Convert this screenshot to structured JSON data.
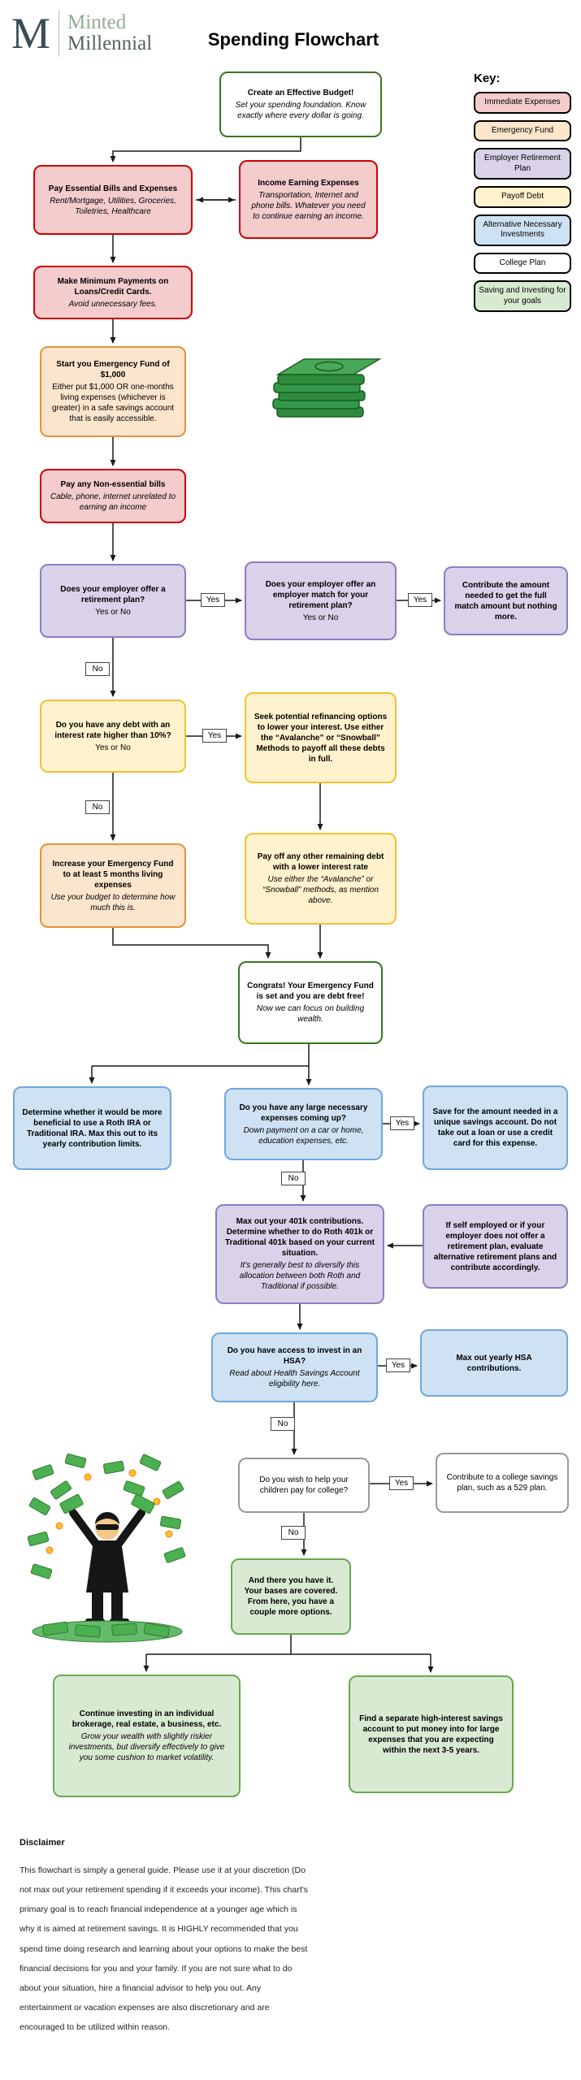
{
  "header": {
    "logo_letter": "M",
    "brand_top": "Minted",
    "brand_bottom": "Millennial",
    "title": "Spending Flowchart"
  },
  "key": {
    "heading": "Key:",
    "items": [
      {
        "label": "Immediate Expenses"
      },
      {
        "label": "Emergency Fund"
      },
      {
        "label": "Employer Retirement Plan"
      },
      {
        "label": "Payoff Debt"
      },
      {
        "label": "Alternative Necessary Investments"
      },
      {
        "label": "College Plan"
      },
      {
        "label": "Saving and Investing for your goals"
      }
    ]
  },
  "labels": {
    "yes": "Yes",
    "no": "No"
  },
  "nodes": {
    "budget": {
      "title": "Create an Effective Budget!",
      "note": "Set your spending foundation. Know exactly where every dollar is going."
    },
    "essential": {
      "title": "Pay Essential Bills and Expenses",
      "note": "Rent/Mortgage, Utilities, Groceries, Toiletries, Healthcare"
    },
    "income": {
      "title": "Income Earning Expenses",
      "note": "Transportation, Internet and phone bills. Whatever you need to continue earning an income."
    },
    "minimum": {
      "title": "Make Minimum Payments on Loans/Credit Cards.",
      "note": "Avoid unnecessary fees."
    },
    "efund1000": {
      "title": "Start you Emergency Fund of $1,000",
      "plain": "Either put $1,000 OR one-months living expenses (whichever is greater) in a safe savings account that is easily accessible."
    },
    "nonessential": {
      "title": "Pay any Non-essential bills",
      "note": "Cable, phone, internet unrelated to earning an income"
    },
    "retirementQ": {
      "title": "Does your employer offer a retirement plan?",
      "plain": "Yes or No"
    },
    "matchQ": {
      "title": "Does your employer offer an employer match for your retirement plan?",
      "plain": "Yes or No"
    },
    "contributeMatch": {
      "title": "Contribute the amount needed to get the full match amount but nothing more."
    },
    "debtQ": {
      "title": "Do you have any debt with an interest rate higher than 10%?",
      "plain": "Yes or No"
    },
    "refinance": {
      "title": "Seek potential refinancing options to lower your interest. Use either the “Avalanche” or “Snowball” Methods to payoff all these debts in full."
    },
    "efund5mo": {
      "title": "Increase your Emergency Fund to at least 5 months living expenses",
      "note": "Use your budget to determine how much this is."
    },
    "payOther": {
      "title": "Pay off any other remaining debt with a lower interest rate",
      "note": "Use either the “Avalanche” or “Snowball” methods, as mention above."
    },
    "congrats": {
      "title": "Congrats! Your Emergency Fund is set and you are debt free!",
      "note": "Now we can focus on building wealth."
    },
    "ira": {
      "title": "Determine whether it would be more beneficial to use a Roth IRA or Traditional IRA. Max this out to its yearly contribution limits."
    },
    "largeExpense": {
      "title": "Do you have any large necessary expenses coming up?",
      "note": "Down payment on a car or home, education expenses, etc."
    },
    "saveAmount": {
      "title": "Save for the amount needed in a unique savings account. Do not take out a loan or use a credit card for this expense."
    },
    "max401k": {
      "title": "Max out your 401k contributions. Determine whether to do Roth 401k or Traditional 401k based on your current situation.",
      "note": "It's generally best to diversify this allocation between both Roth and Traditional if possible."
    },
    "selfEmployed": {
      "title": "If self employed or if your employer does not offer a retirement plan, evaluate alternative retirement plans and contribute accordingly."
    },
    "hsaQ": {
      "title": "Do you have access to invest in an HSA?",
      "note": "Read about Health Savings Account eligibility here."
    },
    "maxHsa": {
      "title": "Max out yearly HSA contributions."
    },
    "collegeQ": {
      "plain": "Do you wish to help your children pay for college?"
    },
    "plan529": {
      "plain": "Contribute to a college savings plan, such as a 529 plan."
    },
    "done": {
      "title": "And there you have it. Your bases are covered. From here, you have a couple more options."
    },
    "brokerage": {
      "title": "Continue investing in an individual brokerage, real estate, a business, etc.",
      "note": "Grow your wealth with slightly riskier investments, but diversify effectively to give you some cushion to market volatility."
    },
    "highInterest": {
      "title": "Find a separate high-interest savings account to put money into for large expenses that you are expecting within the next 3-5 years."
    }
  },
  "illustrations": {
    "money_stack": "money-stack-illustration",
    "money_person": "money-person-illustration"
  },
  "disclaimer": {
    "heading": "Disclaimer",
    "body": "This flowchart is simply a general guide. Please use it at your discretion (Do not max out your retirement spending if it exceeds your income). This chart's primary goal is to reach financial independence at a younger age which is why it is aimed at retirement savings. It is HIGHLY recommended that you spend time doing research and learning about your options to make the best financial decisions for you and your family. If you are not sure what to do about your situation, hire a financial advisor to help you out. Any entertainment or vacation expenses are also discretionary and are encouraged to be utilized within reason."
  },
  "colors": {
    "immediate_bg": "#f4cccc",
    "immediate_border": "#cc0000",
    "emergency_bg": "#fce5cd",
    "emergency_border": "#e69138",
    "retirement_bg": "#d9d2e9",
    "retirement_border": "#8e7cc3",
    "debt_bg": "#fff2cc",
    "debt_border": "#f1c232",
    "alternative_bg": "#cfe2f3",
    "alternative_border": "#6fa8dc",
    "college_bg": "#ffffff",
    "college_border": "#999999",
    "saving_bg": "#d9ead3",
    "saving_border": "#6aa84f",
    "outline_green": "#38761d",
    "brand_green": "#8fae8f",
    "brand_dark": "#546463",
    "connector": "#1a1a1a"
  }
}
